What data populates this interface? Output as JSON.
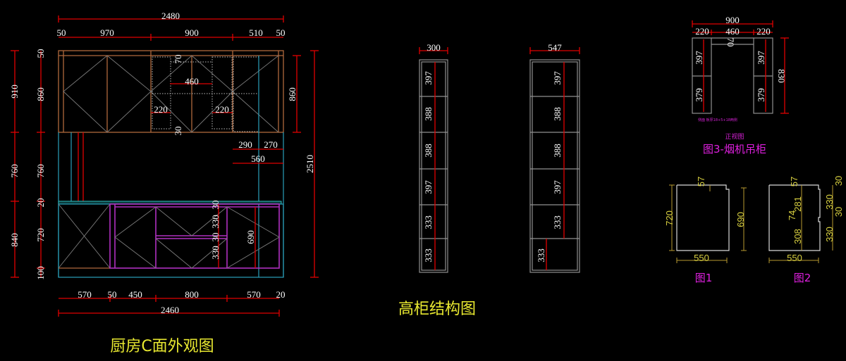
{
  "kitchen": {
    "title": "厨房C面外观图",
    "top_total": "2480",
    "top_segments": [
      "50",
      "970",
      "900",
      "510",
      "50"
    ],
    "left_outer": [
      "910",
      "760",
      "840"
    ],
    "left_inner": [
      "50",
      "860",
      "760",
      "20",
      "720",
      "100"
    ],
    "upper_inner": {
      "gap_top": "70",
      "middle": "460",
      "left_side": "220",
      "right_side": "220",
      "gap_bottom": "30"
    },
    "right_upper": "860",
    "right_total": "2510",
    "right_segments": [
      "290",
      "270"
    ],
    "right_sum": "560",
    "lower_inner": {
      "top_gap": "30",
      "drawer_top": "330",
      "mid_gap": "30",
      "drawer_bottom": "330",
      "door": "690"
    },
    "bottom_segments": [
      "570",
      "50",
      "450",
      "800",
      "570",
      "20"
    ],
    "bottom_total": "2460"
  },
  "tall_cabinet": {
    "title": "高柜结构图",
    "cabinet_a": {
      "width": "300",
      "shelves": [
        "397",
        "388",
        "388",
        "397",
        "333",
        "333"
      ]
    },
    "cabinet_b": {
      "width": "547",
      "shelves": [
        "397",
        "388",
        "388",
        "397",
        "333",
        "333"
      ]
    }
  },
  "hood_cabinet": {
    "total_width": "900",
    "segments": [
      "220",
      "460",
      "220"
    ],
    "top_gap": "70",
    "left_shelves": [
      "397",
      "379"
    ],
    "right_shelves": [
      "397",
      "379"
    ],
    "height": "830",
    "note": "侧面 板厚18+5+18两侧",
    "subtitle": "正视图",
    "title": "图3-烟机吊柜"
  },
  "figure1": {
    "top": "57",
    "height": "720",
    "door": "690",
    "width": "550",
    "label": "图1"
  },
  "figure2": {
    "top": "57",
    "upper": "281",
    "gap": "74",
    "lower": "308",
    "width": "550",
    "right": [
      "30",
      "330",
      "30",
      "330"
    ],
    "label": "图2"
  },
  "colors": {
    "background": "#000000",
    "dimension": "#e00000",
    "cabinet": "#b0683c",
    "base": "#b030c0",
    "counter": "#2aa0bb",
    "title": "#e8e830",
    "figure_title": "#e020e0"
  }
}
